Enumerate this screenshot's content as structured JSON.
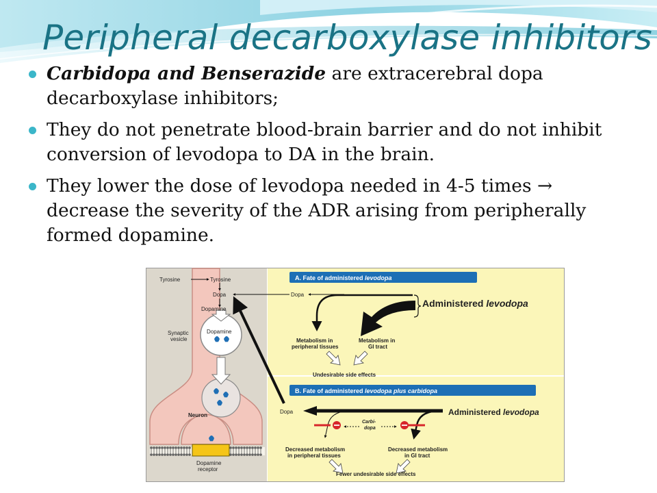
{
  "slide": {
    "title": "Peripheral decarboxylase inhibitors",
    "bullets": [
      {
        "bold": "Carbidopa and Benserazide",
        "rest": " are extracerebral dopa decarboxylase inhibitors;"
      },
      {
        "bold": "",
        "rest": "They do not penetrate blood-brain barrier and do not inhibit conversion of levodopa to DA in the brain."
      },
      {
        "bold": "",
        "rest": "They lower the dose of levodopa needed in 4-5 times → decrease the severity of the ADR arising from peripherally formed dopamine."
      }
    ]
  },
  "figure": {
    "neuron_labels": {
      "tyrosine_left": "Tyrosine",
      "tyrosine_right": "Tyrosine",
      "dopa": "Dopa",
      "dopamine": "Dopamine",
      "vesicle_dopamine": "Dopamine",
      "synaptic_vesicle_1": "Synaptic",
      "synaptic_vesicle_2": "vesicle",
      "neuron": "Neuron",
      "receptor_1": "Dopamine",
      "receptor_2": "receptor"
    },
    "panel_a": {
      "header_prefix": "A. Fate of administered ",
      "header_drug": "levodopa",
      "dopa": "Dopa",
      "administered_prefix": "Administered ",
      "administered_drug": "levodopa",
      "metab_peripheral_1": "Metabolism in",
      "metab_peripheral_2": "peripheral tissues",
      "metab_gi_1": "Metabolism in",
      "metab_gi_2": "GI tract",
      "side_effects": "Undesirable side effects"
    },
    "panel_b": {
      "header_prefix": "B. Fate of administered ",
      "header_drug": "levodopa plus carbidopa",
      "dopa": "Dopa",
      "administered_prefix": "Administered ",
      "administered_drug": "levodopa",
      "carbidopa_1": "Carbi-",
      "carbidopa_2": "dopa",
      "decreased_peripheral_1": "Decreased metabolism",
      "decreased_peripheral_2": "in peripheral tissues",
      "decreased_gi_1": "Decreased metabolism",
      "decreased_gi_2": "in GI tract",
      "fewer_side_effects": "Fewer undesirable side effects"
    },
    "colors": {
      "title": "#1a7385",
      "bullet": "#3bb6c9",
      "panel_header": "#1d6fb5",
      "panel_bg": "#fbf6b9",
      "neuron_fill": "#f3c7bd",
      "left_bg": "#dcd7cc",
      "inhibitor": "#d7262b",
      "receptor": "#f5c518",
      "dopamine_molecule": "#1f6fb5"
    }
  }
}
